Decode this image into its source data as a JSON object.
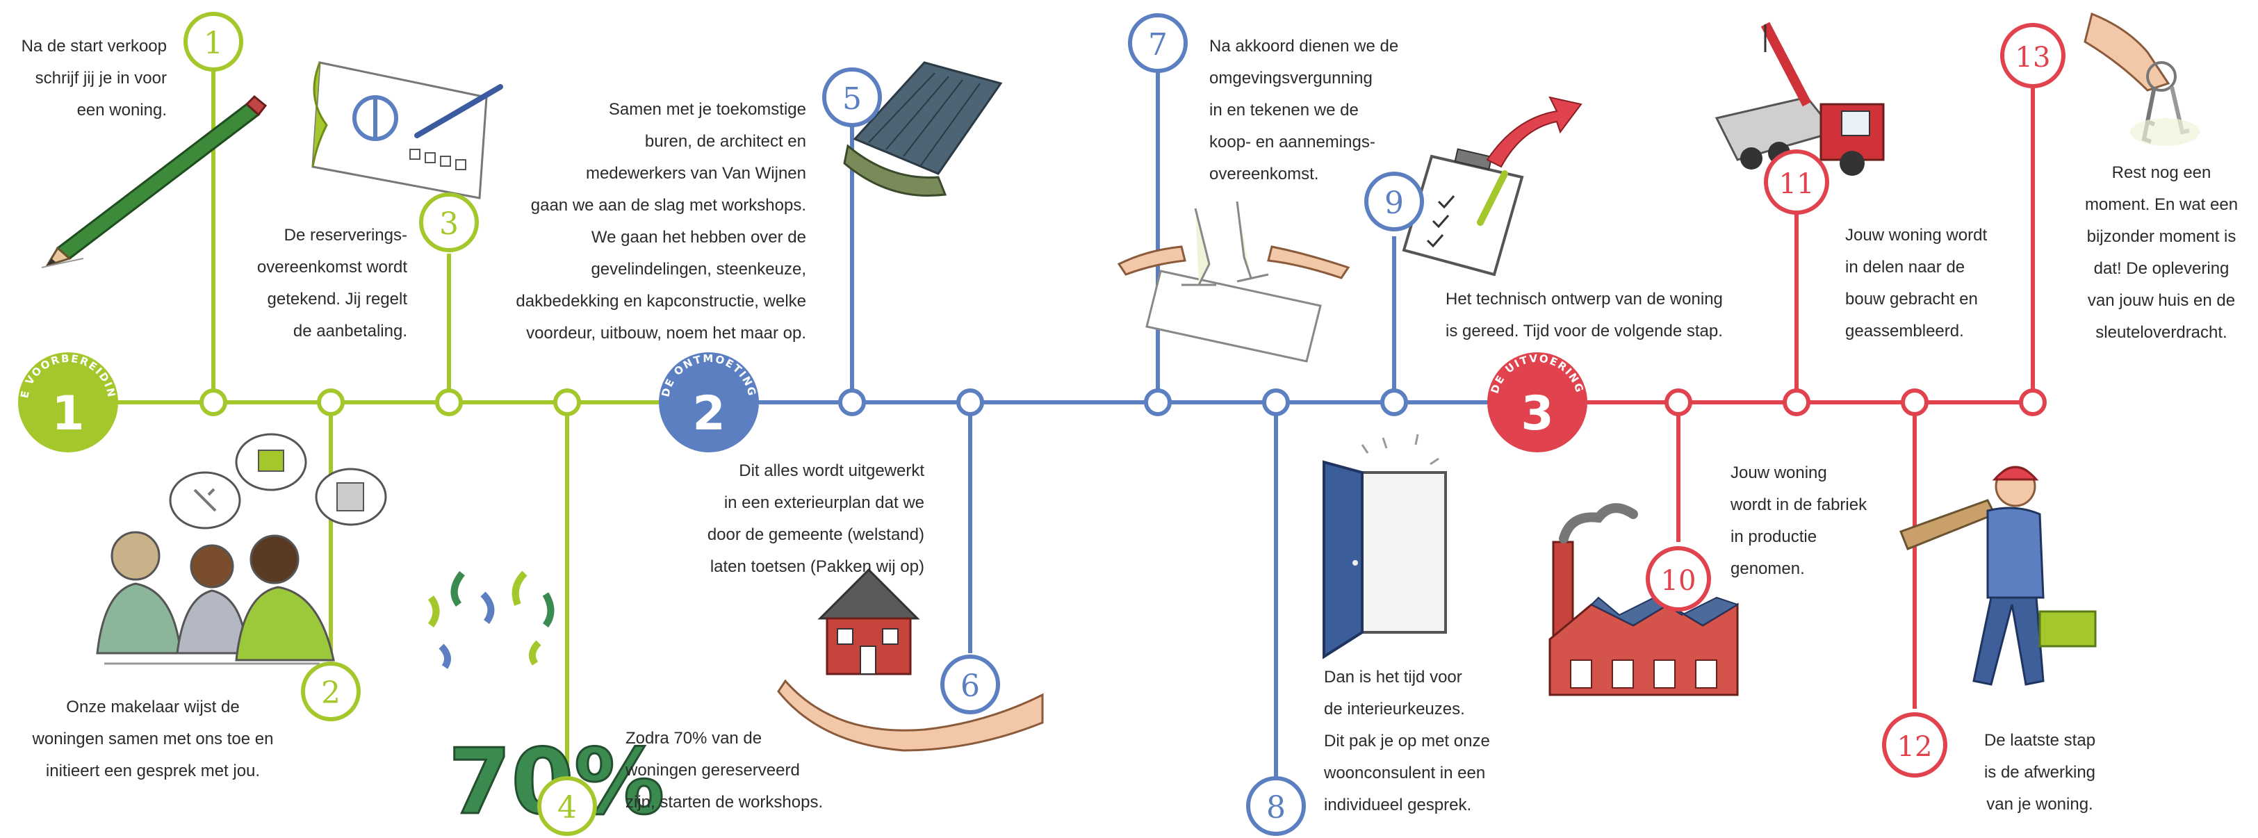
{
  "colors": {
    "phase1": "#a4c72c",
    "phase2": "#5b7fc0",
    "phase3": "#e0434d"
  },
  "phases": [
    {
      "number": "1",
      "label": "DE VOORBEREIDING"
    },
    {
      "number": "2",
      "label": "DE ONTMOETING"
    },
    {
      "number": "3",
      "label": "DE UITVOERING"
    }
  ],
  "steps": [
    {
      "number": "1",
      "text": "Na de start verkoop\nschrijf jij je in voor\neen woning.",
      "illustration": "pencil-icon"
    },
    {
      "number": "2",
      "text": "Onze makelaar wijst de\nwoningen samen met ons toe en\ninitieert een gesprek met jou.",
      "illustration": "meeting-people-icon"
    },
    {
      "number": "3",
      "text": "De reserverings-\novereenkomst wordt\ngetekend. Jij regelt\nde aanbetaling.",
      "illustration": "signing-document-icon"
    },
    {
      "number": "4",
      "text": "Zodra 70% van de\nwoningen gereserveerd\nzijn, starten de workshops.",
      "illustration": "seventy-percent-confetti-icon"
    },
    {
      "number": "5",
      "text": "Samen met je toekomstige\nburen, de architect en\nmedewerkers van Van Wijnen\ngaan we aan de slag met workshops.\nWe gaan het hebben over de\ngevelindelingen, steenkeuze,\ndakbedekking en kapconstructie, welke\nvoordeur, uitbouw, noem het maar op.",
      "illustration": "roof-tile-icon"
    },
    {
      "number": "6",
      "text": "Dit alles wordt uitgewerkt\nin een exterieurplan dat we\ndoor de gemeente (welstand)\nlaten toetsen (Pakken wij op)",
      "illustration": "house-in-hand-icon"
    },
    {
      "number": "7",
      "text": "Na akkoord dienen we de\nomgevingsvergunning\nin en tekenen we de\nkoop- en aannemings-\novereenkomst.",
      "illustration": "champagne-toast-icon"
    },
    {
      "number": "8",
      "text": "Dan is het tijd voor\nde interieurkeuzes.\nDit pak je op met onze\nwoonconsulent in een\nindividueel gesprek.",
      "illustration": "open-door-icon"
    },
    {
      "number": "9",
      "text": "Het technisch ontwerp van de woning\nis gereed. Tijd voor de volgende stap.",
      "illustration": "clipboard-checklist-icon"
    },
    {
      "number": "10",
      "text": "Jouw woning\nwordt in de fabriek\nin productie\ngenomen.",
      "illustration": "factory-icon"
    },
    {
      "number": "11",
      "text": "Jouw woning wordt\nin delen naar de\nbouw gebracht en\ngeassembleerd.",
      "illustration": "crane-truck-icon"
    },
    {
      "number": "12",
      "text": "De laatste stap\nis de afwerking\nvan je woning.",
      "illustration": "construction-worker-icon"
    },
    {
      "number": "13",
      "text": "Rest nog een\nmoment. En wat een\nbijzonder moment is\ndat! De oplevering\nvan jouw huis en de\nsleuteloverdracht.",
      "illustration": "house-keys-icon"
    }
  ]
}
